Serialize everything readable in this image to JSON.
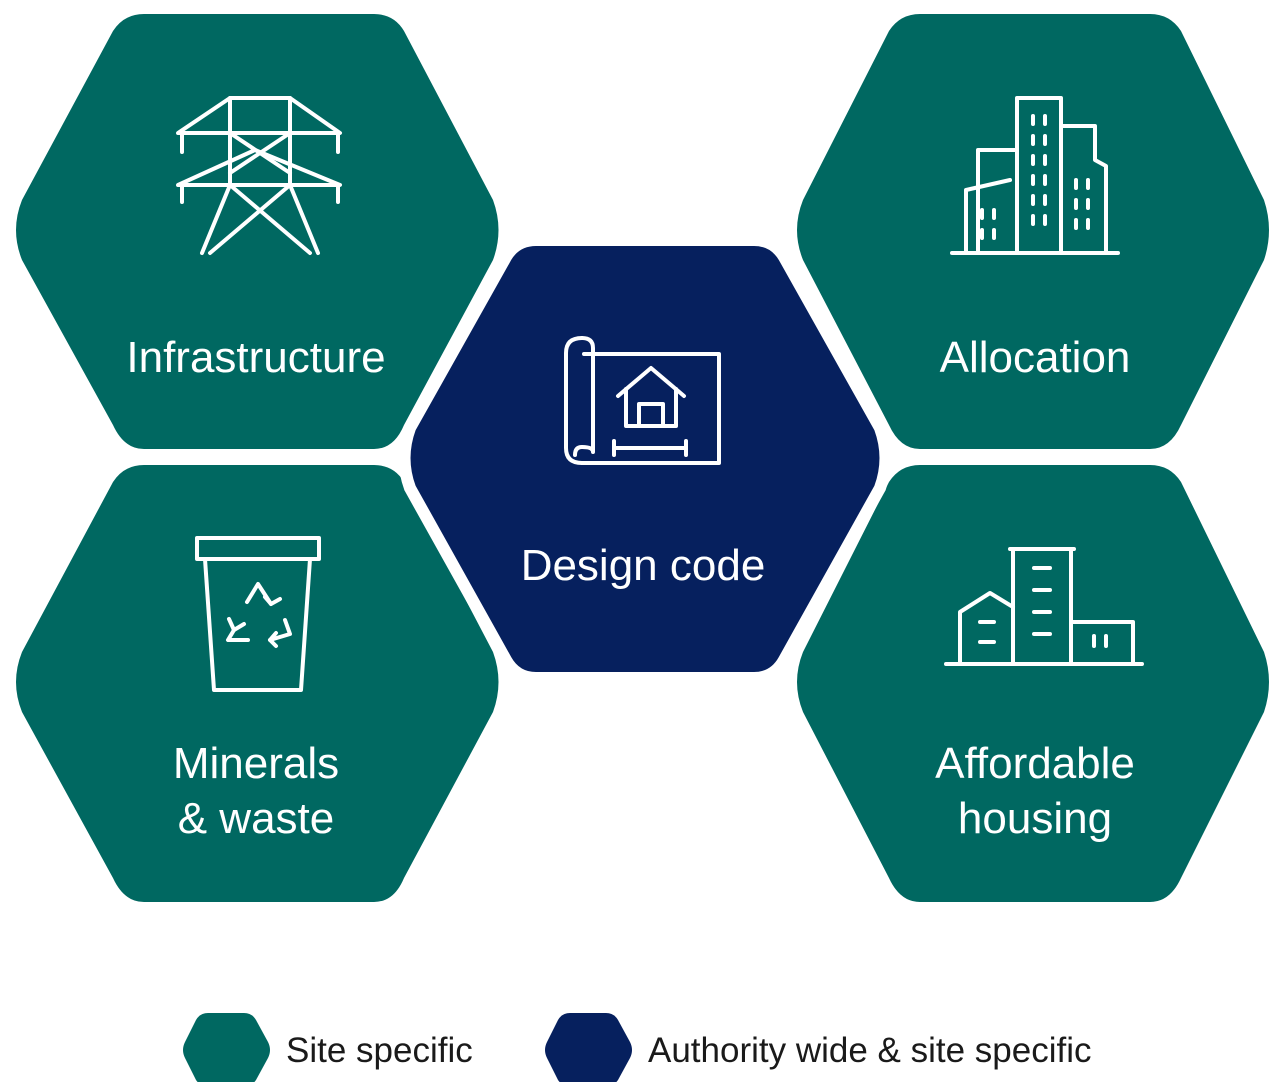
{
  "colors": {
    "site_specific": "#006861",
    "authority_wide": "#06205e",
    "text_on_hex": "#ffffff",
    "legend_text": "#1a1a1a"
  },
  "hexagons": {
    "infrastructure": {
      "lines": [
        "Infrastructure"
      ],
      "icon": "pylon-icon",
      "category": "site_specific"
    },
    "allocation": {
      "lines": [
        "Allocation"
      ],
      "icon": "buildings-icon",
      "category": "site_specific"
    },
    "design_code": {
      "lines": [
        "Design code"
      ],
      "icon": "blueprint-house-icon",
      "category": "authority_wide"
    },
    "minerals": {
      "lines": [
        "Minerals",
        "& waste"
      ],
      "icon": "recycle-bin-icon",
      "category": "site_specific"
    },
    "affordable": {
      "lines": [
        "Affordable",
        "housing"
      ],
      "icon": "houses-icon",
      "category": "site_specific"
    }
  },
  "legend": {
    "site_specific": "Site specific",
    "authority_wide": "Authority wide & site specific"
  }
}
